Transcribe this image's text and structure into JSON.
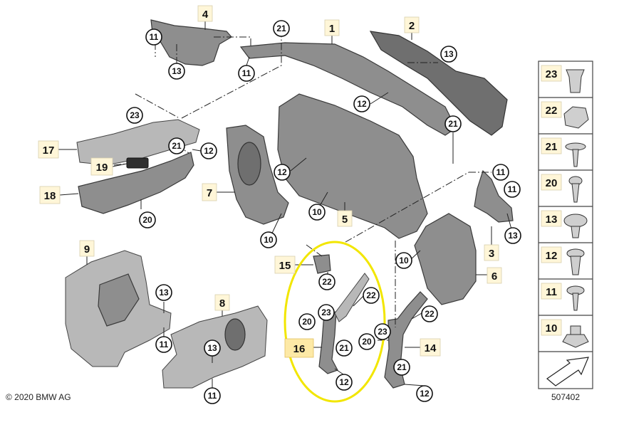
{
  "copyright": "© 2020 BMW AG",
  "diagram_id": "507402",
  "highlight_color": "#f2e600",
  "part_labels": [
    "1",
    "2",
    "3",
    "4",
    "5",
    "6",
    "7",
    "8",
    "9",
    "14",
    "15",
    "16",
    "17",
    "18",
    "19"
  ],
  "callout_numbers": [
    "10",
    "11",
    "12",
    "13",
    "20",
    "21",
    "22",
    "23"
  ],
  "legend": {
    "items": [
      "23",
      "22",
      "21",
      "20",
      "13",
      "12",
      "11",
      "10"
    ]
  }
}
